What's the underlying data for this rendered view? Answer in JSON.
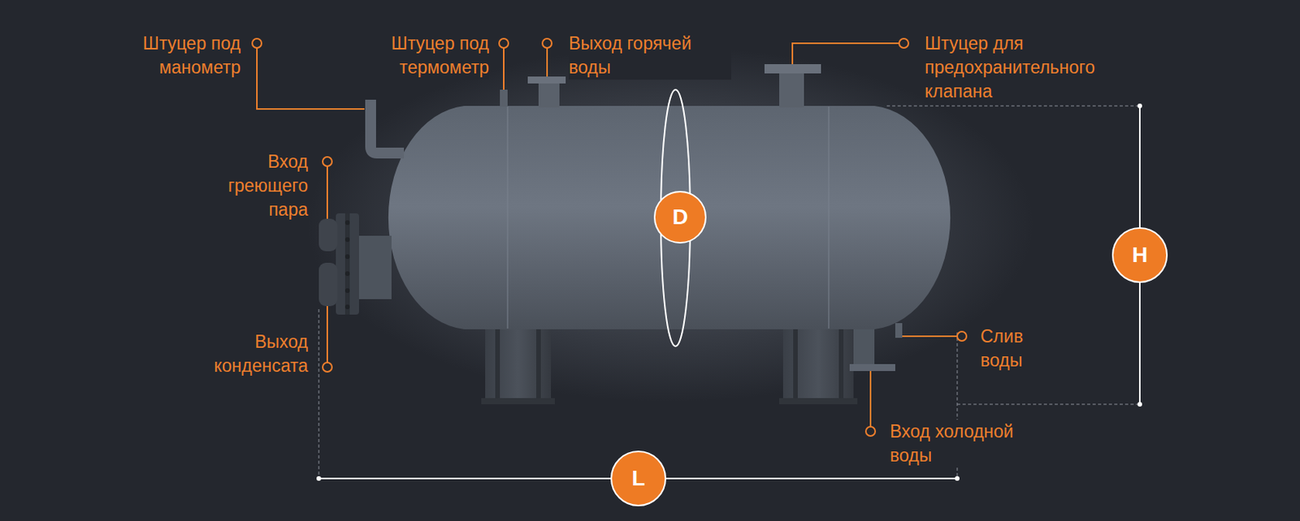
{
  "diagram": {
    "nodes": [
      {
        "text": [
          "D"
        ]
      },
      {
        "text": [
          "H"
        ]
      },
      {
        "text": [
          "L"
        ]
      }
    ],
    "labels": [
      "Штуцер под манометр",
      "Штуцер под термометр",
      "Выход горячей воды",
      "Штуцер для предохранительного клапана",
      "Вход греющего пара",
      "Выход конденсата",
      "Слив воды",
      "Вход холодной воды"
    ]
  }
}
